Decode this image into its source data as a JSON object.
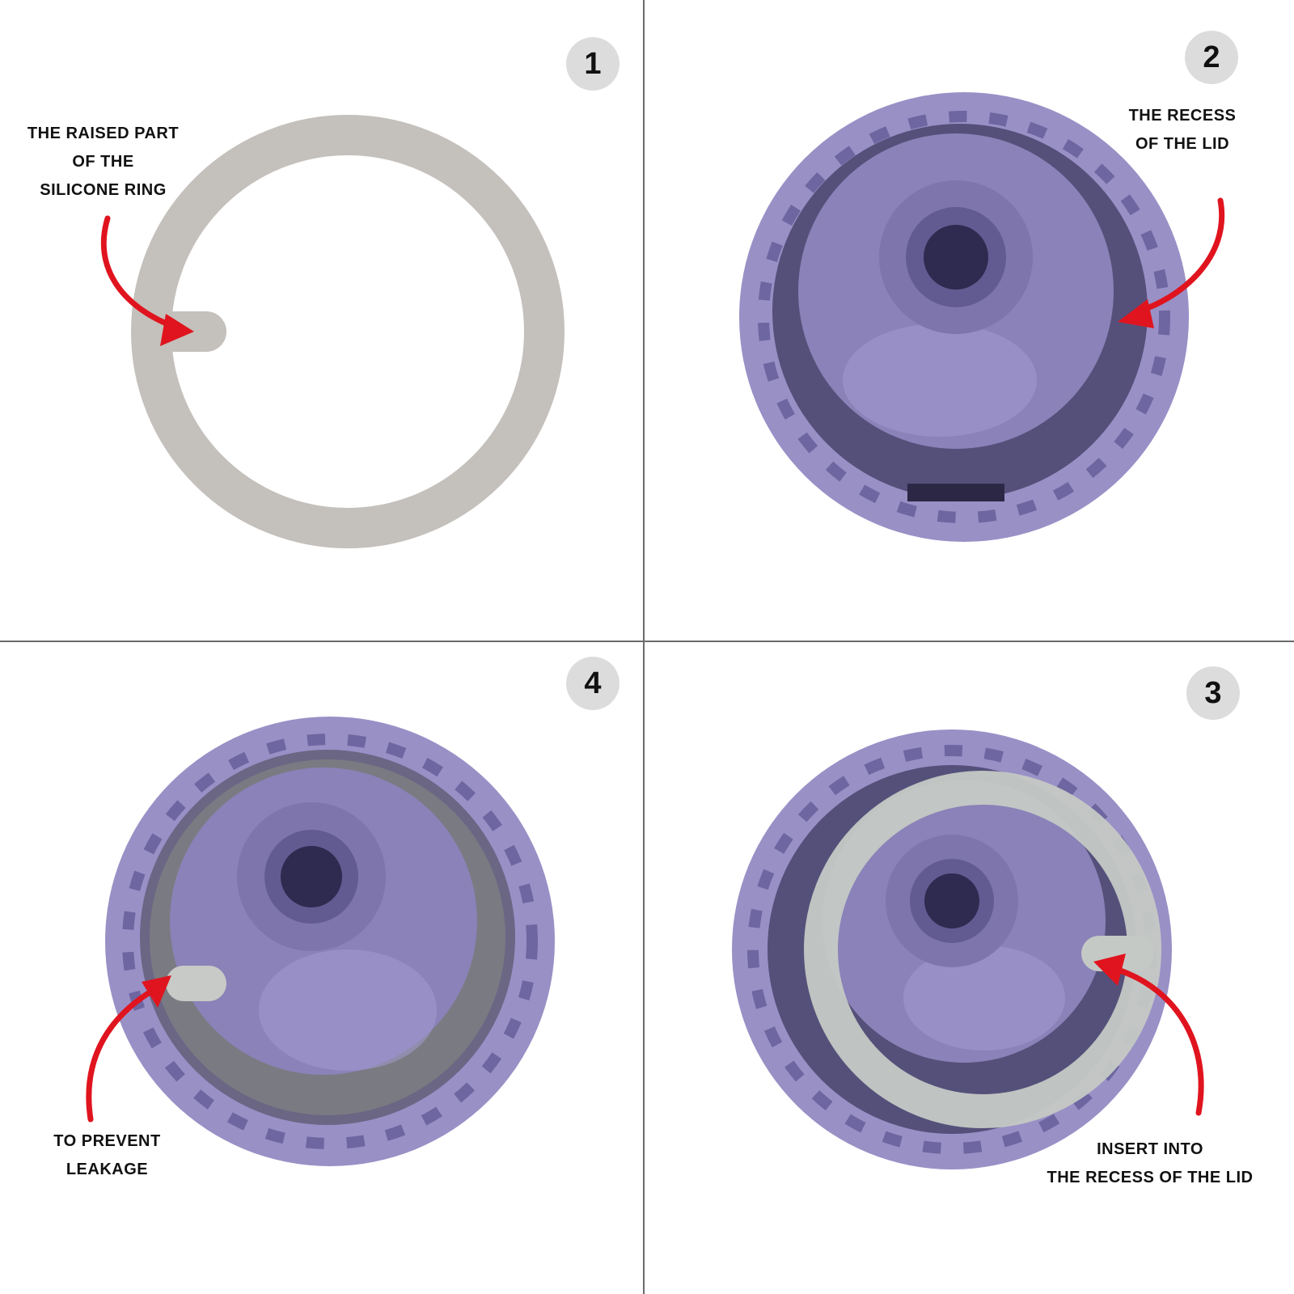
{
  "colors": {
    "ring": "#c4c0bb",
    "lid_rim": "#9990c6",
    "lid_inner": "#55507a",
    "lid_cap": "#8880b6",
    "arrow": "#e0141e",
    "badge": "#dcdcdc"
  },
  "panels": [
    {
      "step": "1",
      "caption_lines": [
        "THE RAISED PART",
        "OF THE",
        "SILICONE RING"
      ]
    },
    {
      "step": "2",
      "caption_lines": [
        "THE RECESS",
        "OF THE LID"
      ]
    },
    {
      "step": "4",
      "caption_lines": [
        "TO PREVENT",
        "LEAKAGE"
      ]
    },
    {
      "step": "3",
      "caption_lines": [
        "INSERT INTO",
        "THE RECESS OF THE LID"
      ]
    }
  ],
  "icons": [
    "silicone-ring-icon",
    "lid-icon",
    "red-arrow-icon"
  ]
}
